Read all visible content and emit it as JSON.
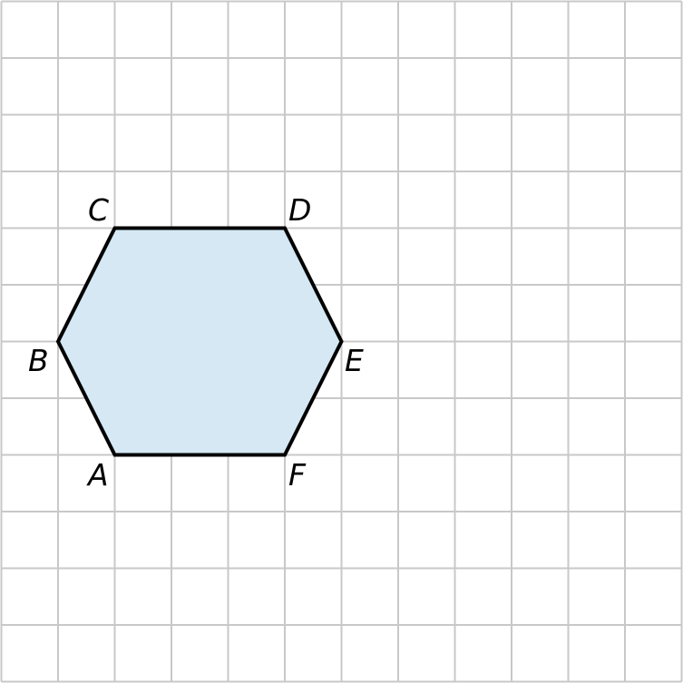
{
  "colors": {
    "grid": "#c8c8c8",
    "fill": "#d5e8f4",
    "outline": "#000000"
  },
  "grid": {
    "columns": 12,
    "rows": 12
  },
  "hexagon": {
    "name": "ABCDEF",
    "vertices": [
      {
        "label": "A",
        "col": 2,
        "row": 8
      },
      {
        "label": "B",
        "col": 1,
        "row": 6
      },
      {
        "label": "C",
        "col": 2,
        "row": 4
      },
      {
        "label": "D",
        "col": 5,
        "row": 4
      },
      {
        "label": "E",
        "col": 6,
        "row": 6
      },
      {
        "label": "F",
        "col": 5,
        "row": 8
      }
    ]
  }
}
